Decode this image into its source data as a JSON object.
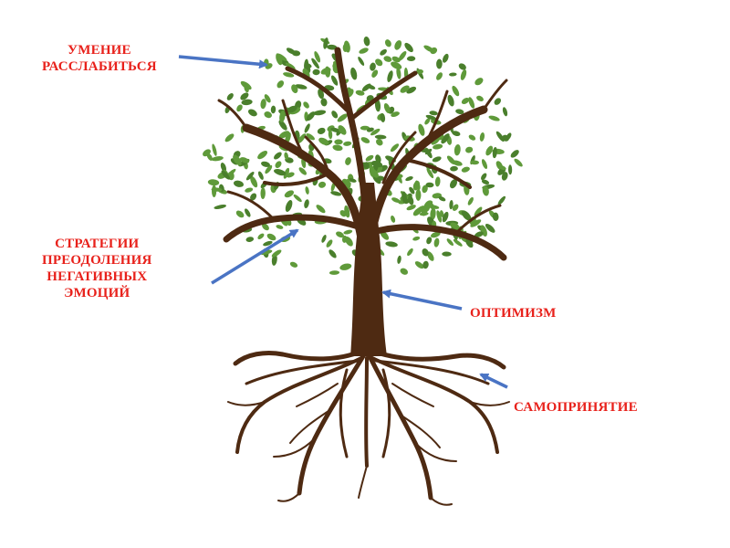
{
  "colors": {
    "label": "#e8211b",
    "arrow": "#4a74c4",
    "trunk": "#4e2a12",
    "leaf": "#5f9a3a",
    "leaf_dark": "#4a7f2c"
  },
  "labels": {
    "relax": {
      "line1": "УМЕНИЕ",
      "line2": "РАССЛАБИТЬСЯ"
    },
    "strategies": {
      "line1": "СТРАТЕГИИ",
      "line2": "ПРЕОДОЛЕНИЯ",
      "line3": "НЕГАТИВНЫХ",
      "line4": "ЭМОЦИЙ"
    },
    "optimism": "ОПТИМИЗМ",
    "acceptance": "САМОПРИНЯТИЕ"
  }
}
